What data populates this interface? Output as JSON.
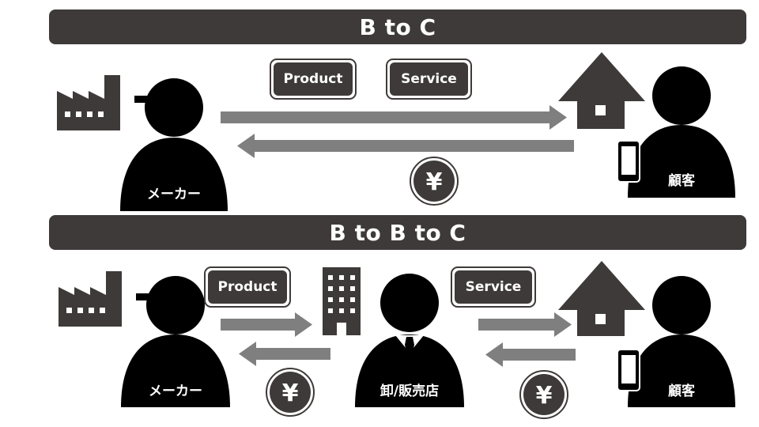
{
  "b2c": {
    "title": "B to C",
    "tags": {
      "product": "Product",
      "service": "Service"
    },
    "maker_label": "メーカー",
    "customer_label": "顧客",
    "yen_symbol": "¥"
  },
  "b2b2c": {
    "title": "B to B to C",
    "tags": {
      "product": "Product",
      "service": "Service"
    },
    "maker_label": "メーカー",
    "retailer_label": "卸/販売店",
    "customer_label": "顧客",
    "yen_symbol": "¥"
  },
  "colors": {
    "dark": "#3e3a39",
    "arrow": "#7f7f7f",
    "black": "#000000"
  }
}
